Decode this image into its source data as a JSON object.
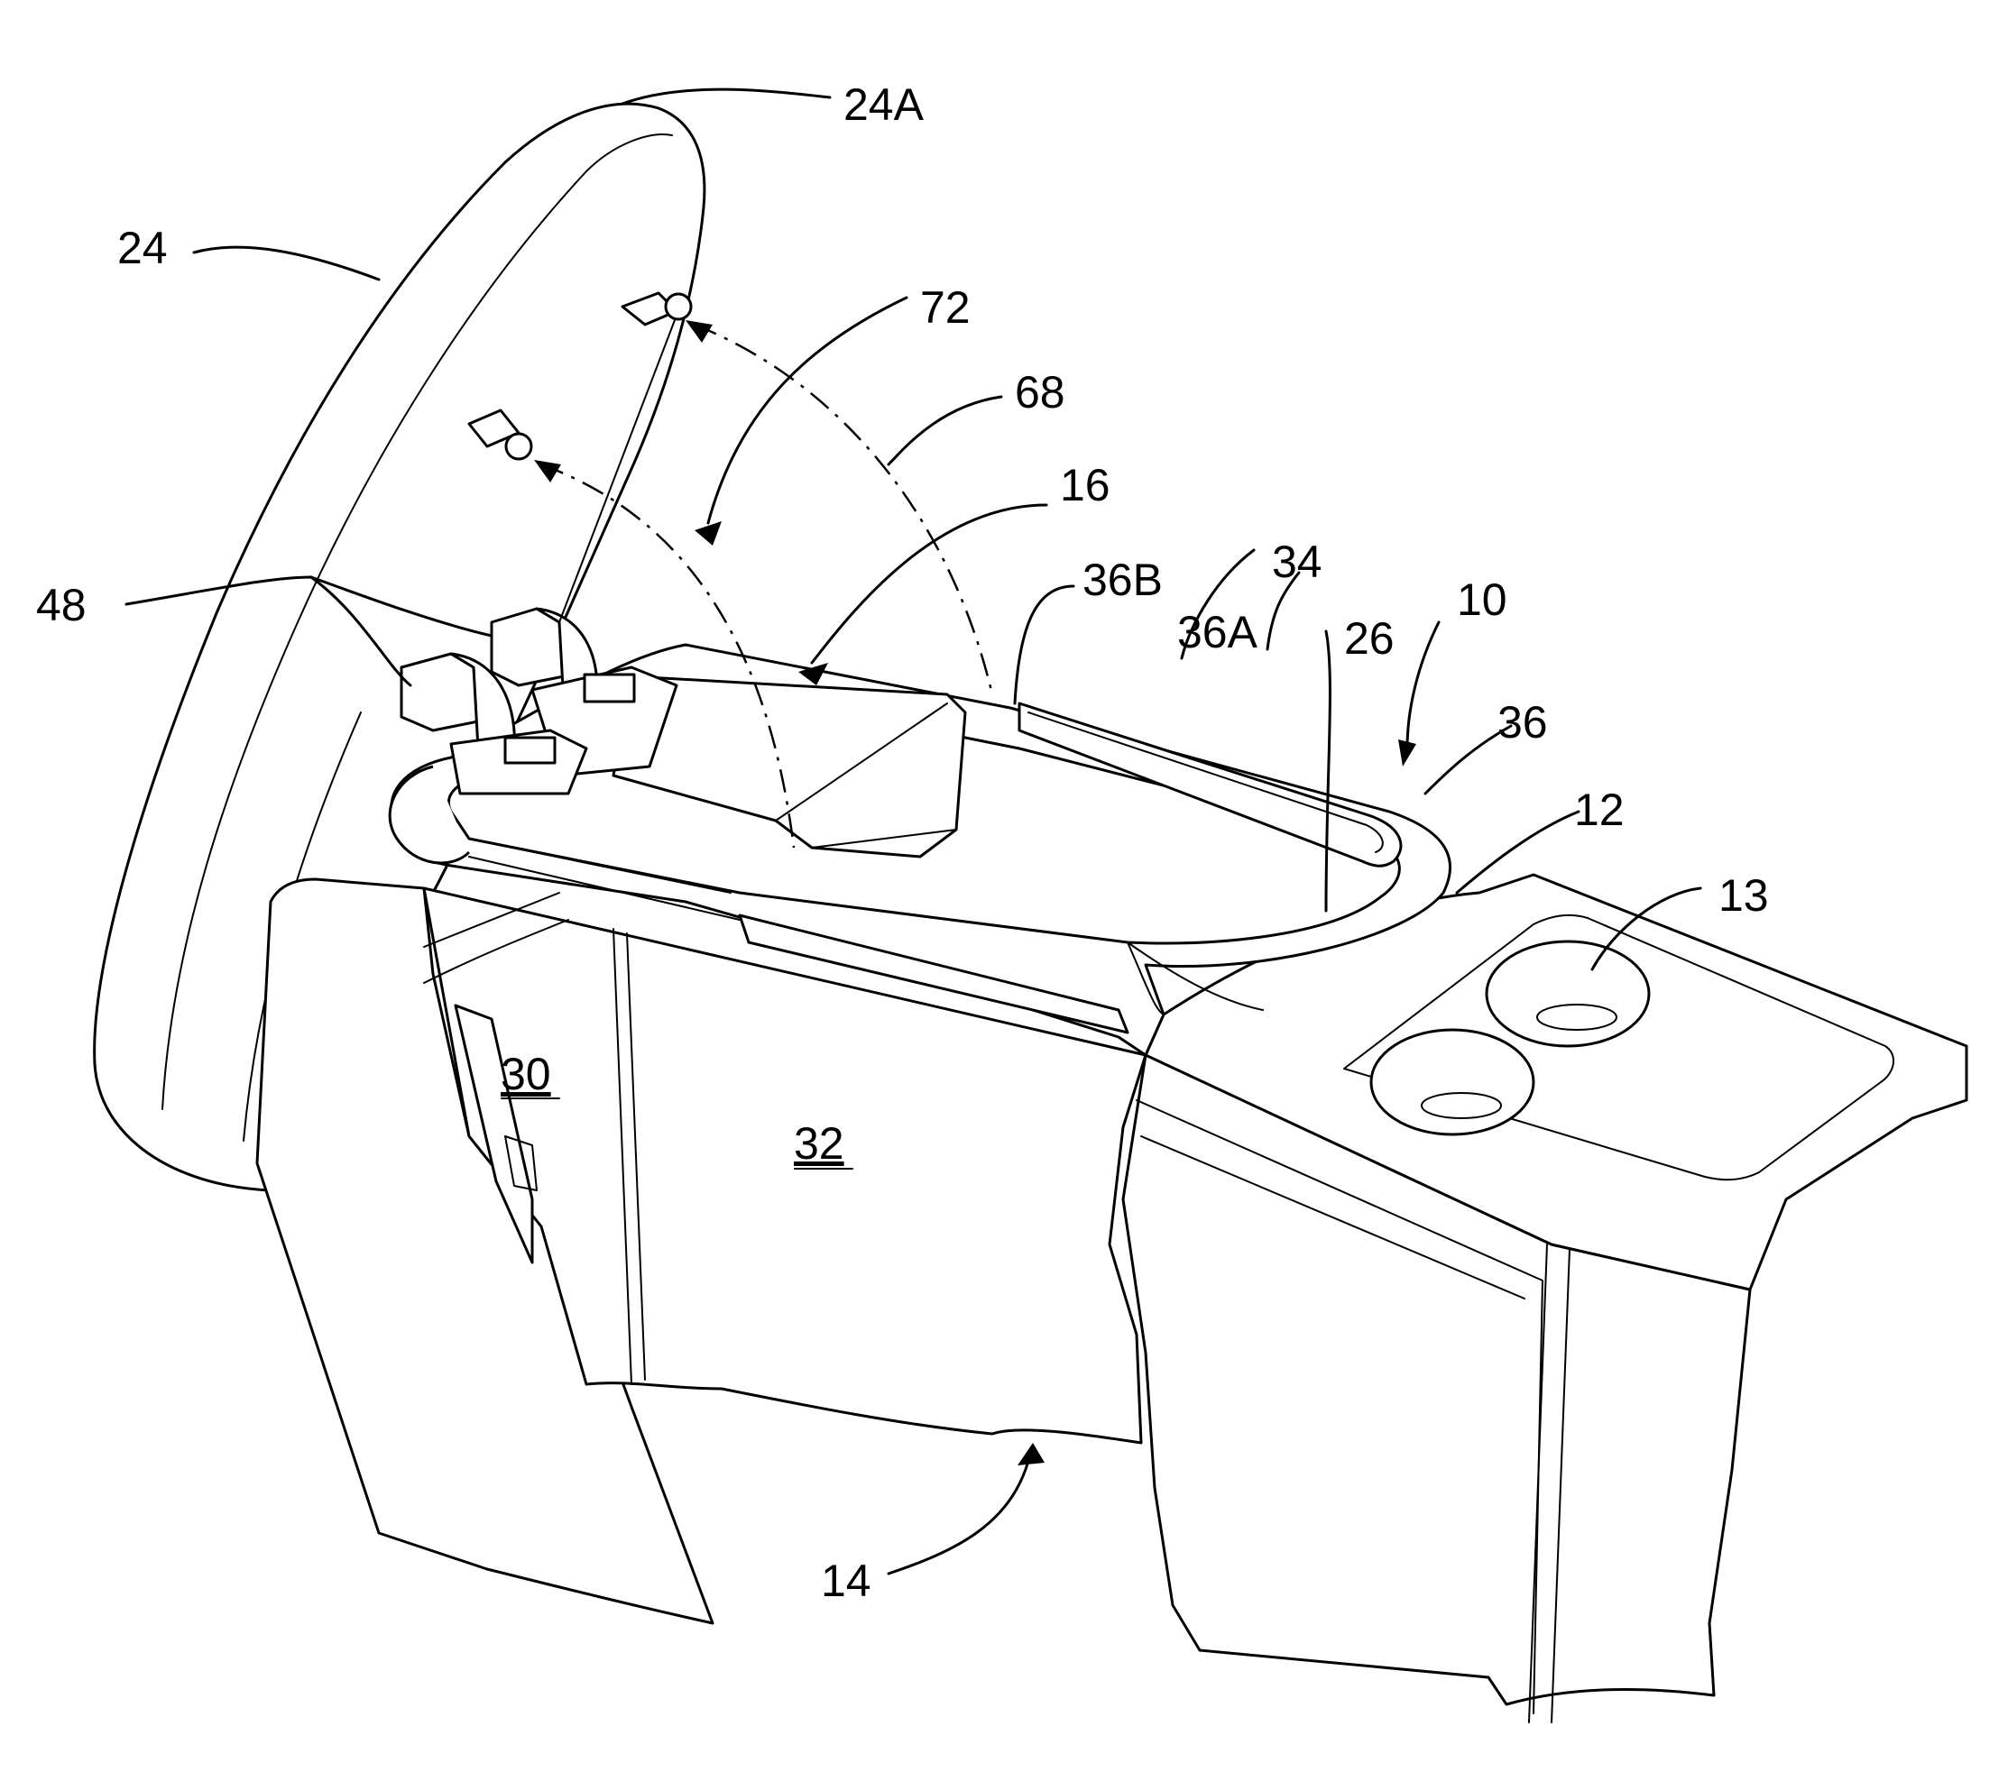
{
  "labels": {
    "l24A": "24A",
    "l24": "24",
    "l72": "72",
    "l68": "68",
    "l16": "16",
    "l48": "48",
    "l36B": "36B",
    "l34": "34",
    "l36A": "36A",
    "l26": "26",
    "l10": "10",
    "l36": "36",
    "l12": "12",
    "l13": "13",
    "l30": "30",
    "l32": "32",
    "l14": "14"
  }
}
